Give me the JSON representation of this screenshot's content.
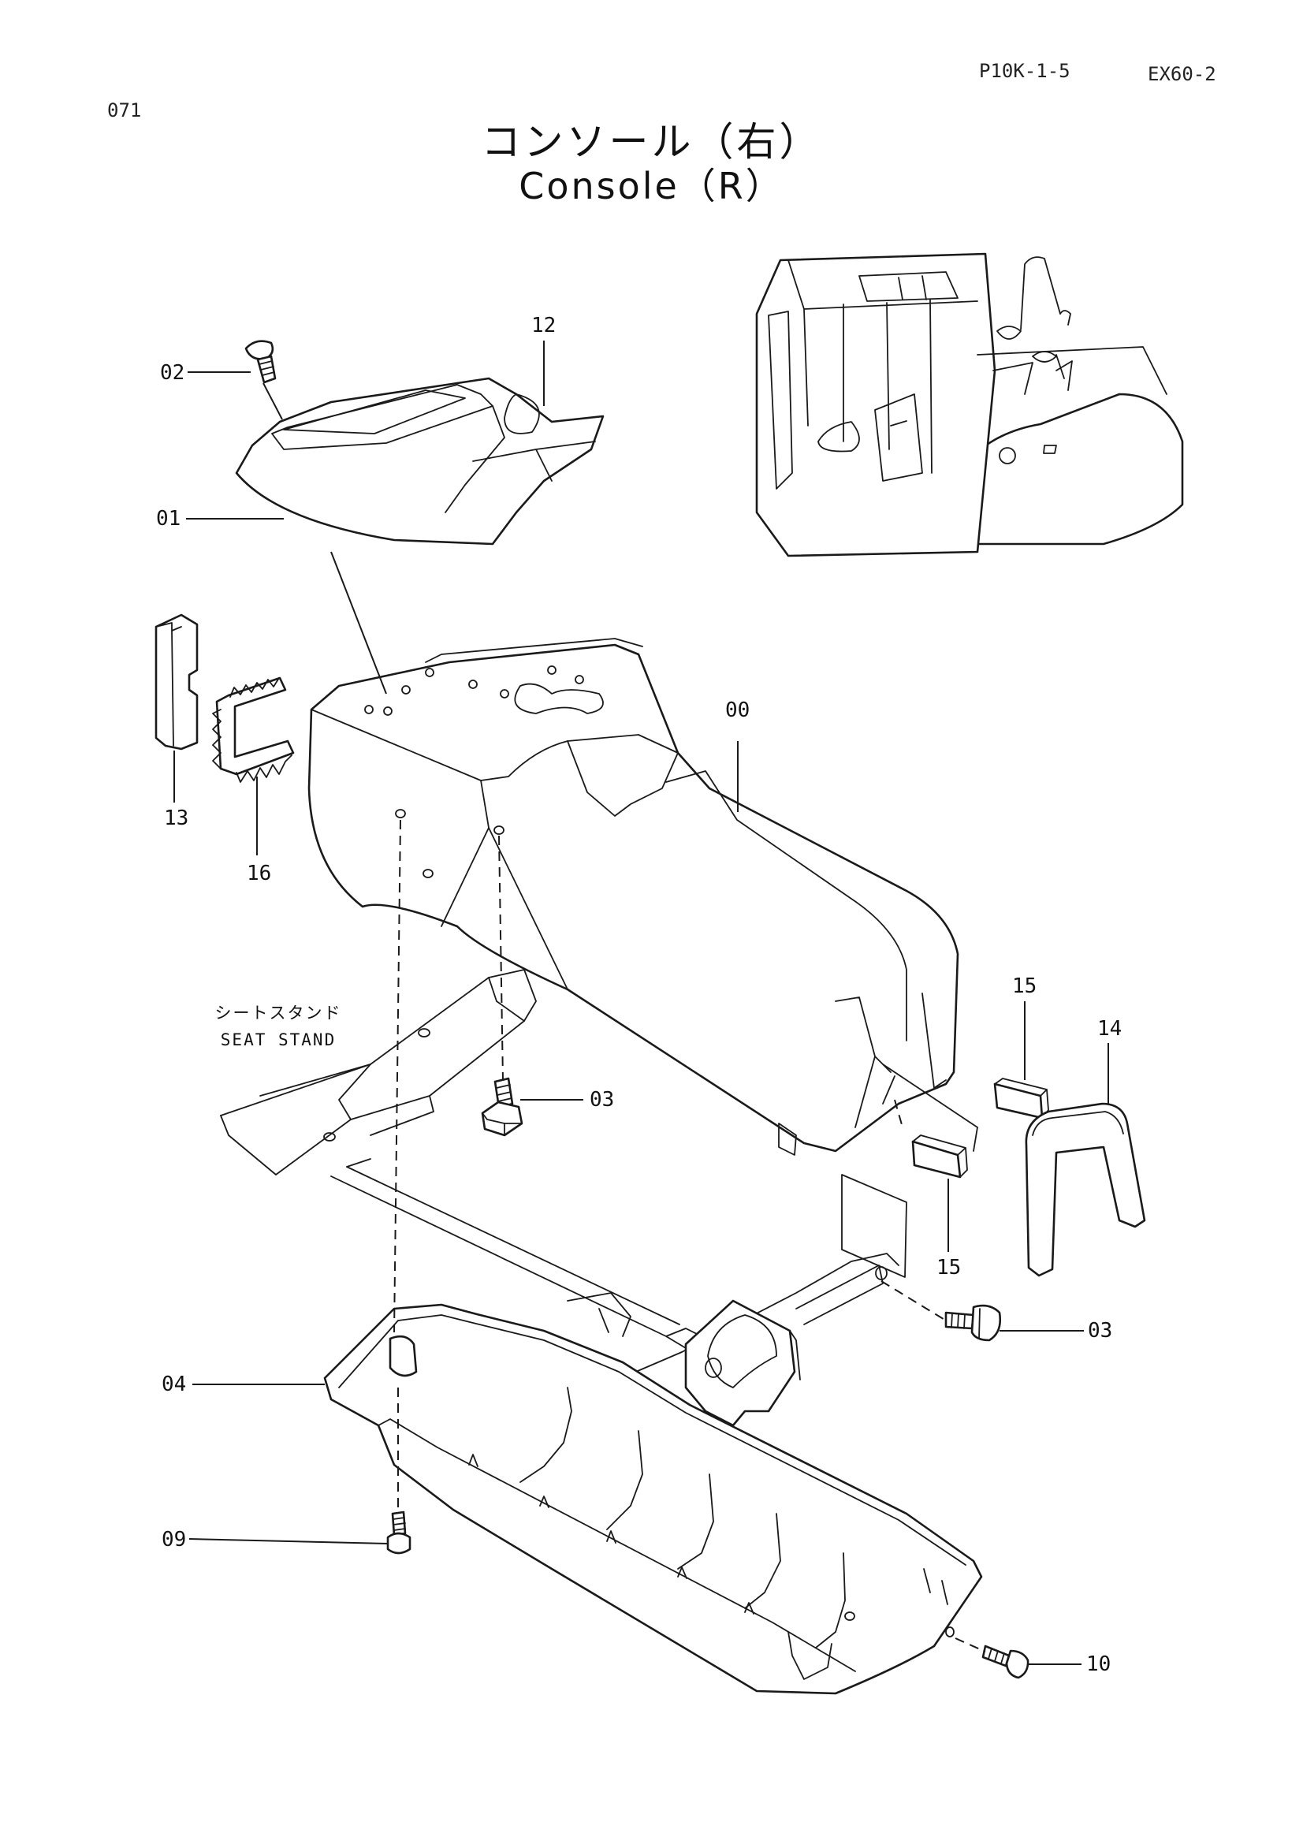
{
  "page": {
    "number": "071",
    "code": "P10K-1-5",
    "model": "EX60-2"
  },
  "title": {
    "japanese": "コンソール（右）",
    "english": "Console（R）"
  },
  "callouts": {
    "c00": "00",
    "c01": "01",
    "c02": "02",
    "c03a": "03",
    "c03b": "03",
    "c04": "04",
    "c09": "09",
    "c10": "10",
    "c12": "12",
    "c13": "13",
    "c14": "14",
    "c15a": "15",
    "c15b": "15",
    "c16": "16"
  },
  "seat_stand": {
    "japanese": "シートスタンド",
    "english": "SEAT STAND"
  }
}
